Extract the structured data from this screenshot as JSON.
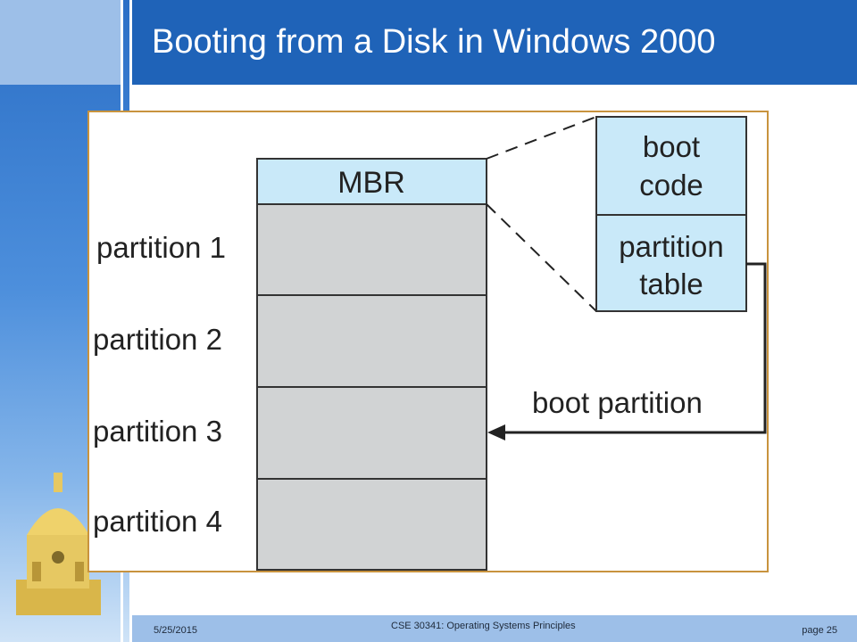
{
  "slide": {
    "title": "Booting from a Disk in Windows 2000"
  },
  "diagram": {
    "mbr_label": "MBR",
    "partitions": [
      "partition 1",
      "partition 2",
      "partition 3",
      "partition 4"
    ],
    "detail_box": {
      "boot_code": [
        "boot",
        "code"
      ],
      "partition_table": [
        "partition",
        "table"
      ]
    },
    "boot_partition_label": "boot partition"
  },
  "footer": {
    "date": "5/25/2015",
    "course": "CSE 30341: Operating Systems Principles",
    "page": "page 25"
  },
  "colors": {
    "title_bar": "#1f63b8",
    "mbr_fill": "#c9e9f9",
    "partition_fill": "#d1d3d4",
    "frame_border": "#c8933e"
  }
}
